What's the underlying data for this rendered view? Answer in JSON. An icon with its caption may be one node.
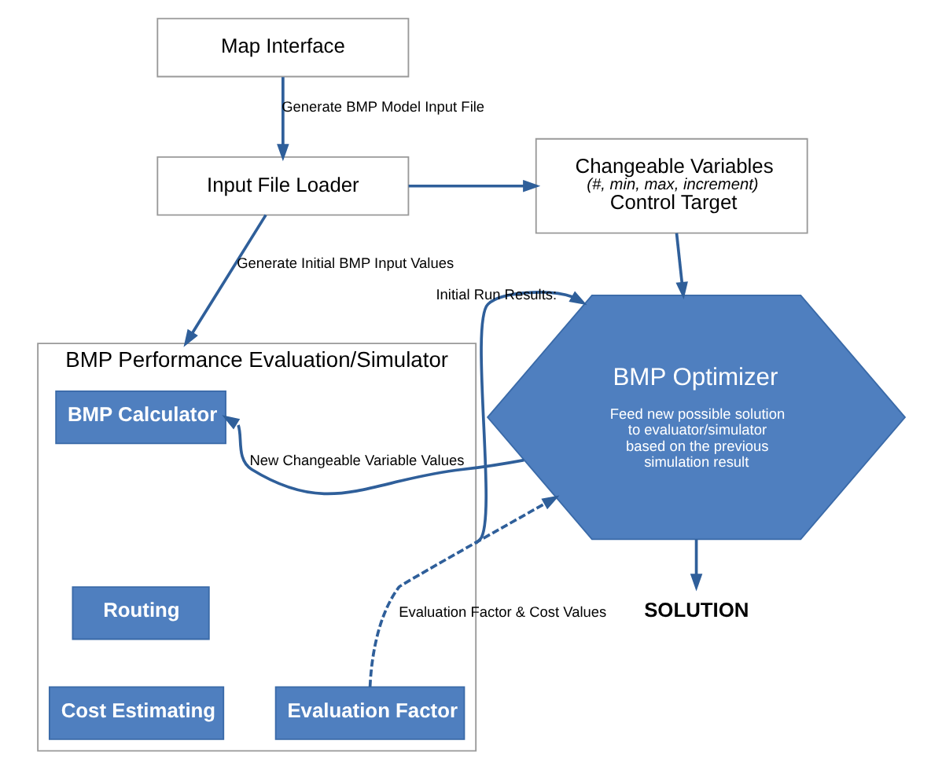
{
  "diagram": {
    "nodes": [
      {
        "text": [
          "Map Interface"
        ]
      },
      {
        "text": [
          "Input File Loader"
        ]
      },
      {
        "text": [
          "Changeable Variables",
          "(#, min, max, increment)",
          "Control Target"
        ]
      },
      {
        "text": [
          "BMP Performance Evaluation/Simulator"
        ]
      },
      {
        "text": [
          "BMP Calculator"
        ],
        "in": 3
      },
      {
        "text": [
          "Routing"
        ],
        "in": 3
      },
      {
        "text": [
          "Cost Estimating"
        ],
        "in": 3
      },
      {
        "text": [
          "Evaluation Factor"
        ],
        "in": 3
      },
      {
        "text": [
          "BMP Optimizer",
          "Feed new possible solution to evaluator/simulator based on the previous simulation result"
        ]
      },
      {
        "text": [
          "SOLUTION"
        ]
      }
    ],
    "edges": [
      {
        "from": 0,
        "to": 1,
        "arrow": "to",
        "label": "Generate BMP Model Input File"
      },
      {
        "from": 1,
        "to": 2,
        "arrow": "to"
      },
      {
        "from": 1,
        "to": 3,
        "arrow": "to",
        "label": "Generate Initial BMP Input Values"
      },
      {
        "from": 2,
        "to": 8,
        "arrow": "to"
      },
      {
        "from": 3,
        "to": 8,
        "arrow": "to",
        "label": "Initial Run Results:"
      },
      {
        "from": 8,
        "to": 4,
        "arrow": "to",
        "label": "New Changeable Variable Values"
      },
      {
        "from": 7,
        "to": 8,
        "arrow": "to",
        "style": "dashed",
        "label": "Evaluation Factor & Cost Values"
      },
      {
        "from": 8,
        "to": 9,
        "arrow": "to"
      }
    ]
  }
}
